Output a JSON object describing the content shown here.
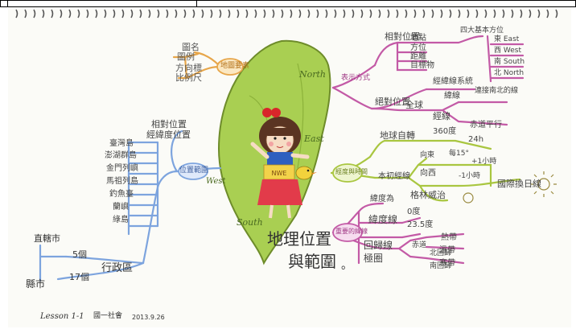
{
  "colors": {
    "paper": "#fbfbf7",
    "island_fill": "#a9cf52",
    "island_stroke": "#6e8c2a",
    "branch_orange": "#e7a64a",
    "branch_blue": "#7da4de",
    "branch_magenta": "#c35aa6",
    "branch_lime": "#a9c640",
    "ink": "#3a3a3a"
  },
  "icons": {
    "spiral": "spiral-binding-icon",
    "girl": "girl-illustration-icon",
    "bird": "bird-illustration-icon",
    "sun": "sun-drawing-icon"
  },
  "center": {
    "title_line1": "地理位置",
    "title_line2": "與範圍",
    "mark": "。"
  },
  "directions": {
    "north": "North",
    "east": "East",
    "west": "West",
    "south": "South"
  },
  "branch_map": {
    "hub": "地圖要素",
    "items": [
      "圖名",
      "圖例",
      "方向標",
      "比例尺"
    ]
  },
  "branch_location": {
    "hub": "位置範圍",
    "top": [
      "相對位置",
      "經緯度位置"
    ],
    "islands": [
      "臺灣島",
      "澎湖群島",
      "金門列嶼",
      "馬祖列島",
      "釣魚臺",
      "蘭嶼",
      "綠島"
    ],
    "admin": {
      "hub": "行政區",
      "city_label": "直轄市",
      "city_count": "5個",
      "county_label": "縣市",
      "county_count": "17個"
    }
  },
  "branch_represent": {
    "hub": "表示方式",
    "relative": {
      "label": "相對位置",
      "items": [
        "地點",
        "方位",
        "距離",
        "目標物"
      ],
      "dirs_hub": "四大基本方位",
      "dirs": [
        "東 East",
        "西 West",
        "南 South",
        "北 North"
      ]
    },
    "absolute": {
      "label": "絕對位置",
      "grid": "經緯線系統",
      "globe": "全球",
      "lat": "緯線",
      "lat_desc": "連接南北的線",
      "lon": "經線",
      "lon_desc": "赤道平行"
    }
  },
  "branch_time": {
    "hub": "經度與時間",
    "rotation": "地球自轉",
    "deg": "360度",
    "hours": "24h",
    "direction": "向東",
    "per_deg": "每15°",
    "plus": "+1小時",
    "west": "向西",
    "minus": "-1小時",
    "mean": "本初經線",
    "greenwich": "格林威治",
    "dateline": "國際換日線"
  },
  "branch_lines": {
    "hub": "重要的緯線",
    "items": [
      "緯度為",
      "緯度線",
      "回歸線",
      "極圈"
    ],
    "nums": [
      "0度",
      "23.5度"
    ],
    "lines": [
      "赤道",
      "北回歸",
      "南回歸"
    ],
    "zones": [
      "熱帶",
      "溫帶",
      "寒帶"
    ]
  },
  "footer": {
    "lesson": "Lesson 1-1",
    "school": "國一社會",
    "date": "2013.9.26"
  }
}
